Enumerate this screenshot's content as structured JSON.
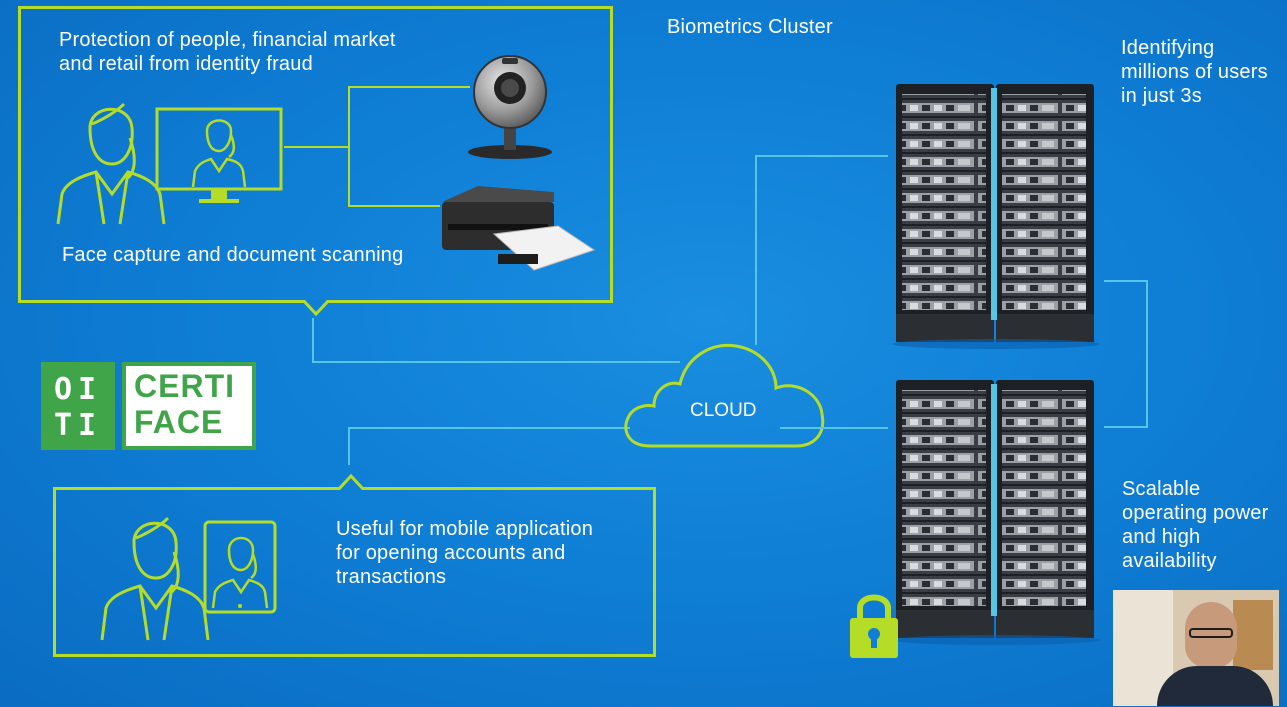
{
  "title": "Biometrics Cluster",
  "top_box": {
    "heading_line1": "Protection of people, financial market",
    "heading_line2": "and retail from identity fraud",
    "caption": "Face capture and document scanning"
  },
  "bottom_box": {
    "line1": "Useful for mobile application",
    "line2": "for opening accounts and",
    "line3": "transactions"
  },
  "cloud_label": "CLOUD",
  "logo": {
    "mark_row1": "OI",
    "mark_row2": "TI",
    "word_row1": "CERTI",
    "word_row2": "FACE"
  },
  "right_top": {
    "line1": "Identifying",
    "line2": "millions of users",
    "line3": "in just 3s"
  },
  "right_bottom": {
    "line1": "Scalable",
    "line2": "operating power",
    "line3": "and high",
    "line4": "availability"
  },
  "colors": {
    "background": "#0f7fd6",
    "accent": "#b5dd27",
    "connector": "#57c6e6",
    "logo_green": "#3fa548"
  },
  "icons": [
    "person-icon",
    "monitor-icon",
    "webcam-icon",
    "printer-icon",
    "tablet-icon",
    "cloud-icon",
    "server-rack-icon",
    "lock-icon"
  ]
}
